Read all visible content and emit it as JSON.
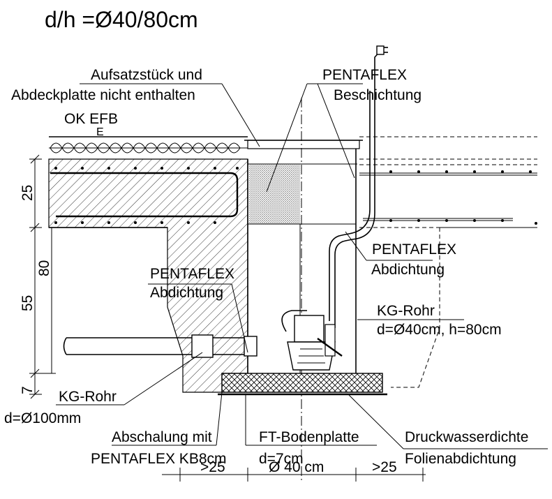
{
  "title": "d/h =Ø40/80cm",
  "labels": {
    "aufsatz_line1": "Aufsatzstück und",
    "aufsatz_line2": "Abdeckplatte nicht enthalten",
    "ok_efb": "OK EFB",
    "ok_e": "E",
    "pentaflex_beschichtung_1": "PENTAFLEX",
    "pentaflex_beschichtung_2": "Beschichtung",
    "pentaflex_abdichtung_right_1": "PENTAFLEX",
    "pentaflex_abdichtung_right_2": "Abdichtung",
    "pentaflex_abdichtung_left_1": "PENTAFLEX",
    "pentaflex_abdichtung_left_2": "Abdichtung",
    "kg_rohr_right_1": "KG-Rohr",
    "kg_rohr_right_2": "d=Ø40cm, h=80cm",
    "kg_rohr_left_1": "KG-Rohr",
    "kg_rohr_left_2": "d=Ø100mm",
    "abschalung_1": "Abschalung mit",
    "abschalung_2": "PENTAFLEX KB8cm",
    "ft_bodenplatte_1": "FT-Bodenplatte",
    "ft_bodenplatte_2": "d=7cm",
    "druckwasser_1": "Druckwasserdichte",
    "druckwasser_2": "Folienabdichtung"
  },
  "dimensions": {
    "vertical": {
      "d25": "25",
      "d80": "80",
      "d55": "55",
      "d7": "7"
    },
    "bottom": {
      "left": ">25",
      "center": "Ø  40 cm",
      "right": ">25"
    }
  }
}
